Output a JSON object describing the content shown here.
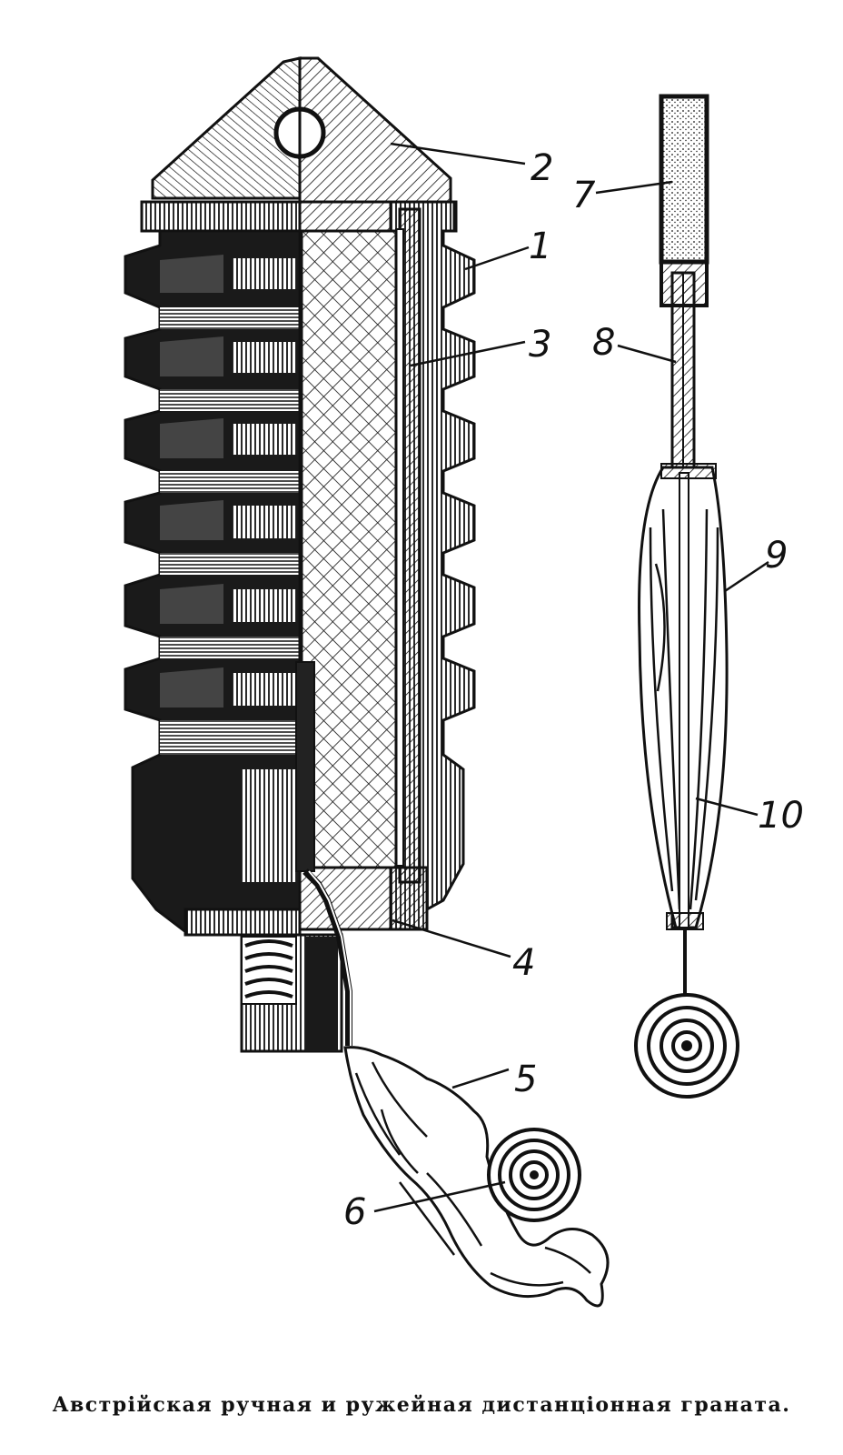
{
  "caption": "Австрійская ручная и ружейная дистанціонная граната.",
  "labels": {
    "l1": "1",
    "l2": "2",
    "l3": "3",
    "l4": "4",
    "l5": "5",
    "l6": "6",
    "l7": "7",
    "l8": "8",
    "l9": "9",
    "l10": "10"
  },
  "colors": {
    "ink": "#111111",
    "paper": "#ffffff"
  }
}
